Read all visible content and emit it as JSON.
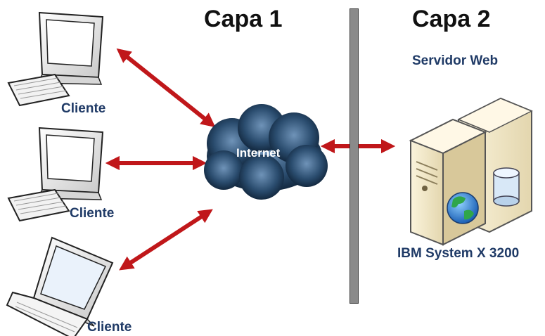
{
  "layers": {
    "layer1_title": "Capa 1",
    "layer2_title": "Capa 2"
  },
  "clients": [
    {
      "label": "Cliente",
      "icon": "desktop-computer-icon"
    },
    {
      "label": "Cliente",
      "icon": "desktop-computer-icon"
    },
    {
      "label": "Cliente",
      "icon": "laptop-icon"
    }
  ],
  "internet": {
    "label": "Internet",
    "icon": "cloud-icon"
  },
  "server": {
    "role": "Servidor Web",
    "name": "IBM System X 3200",
    "icon": "server-with-globe-icon"
  },
  "colors": {
    "arrow": "#c0171a",
    "label_text": "#1f3a66",
    "divider": "#8a8a8a",
    "cloud": "#2a4c6e"
  }
}
